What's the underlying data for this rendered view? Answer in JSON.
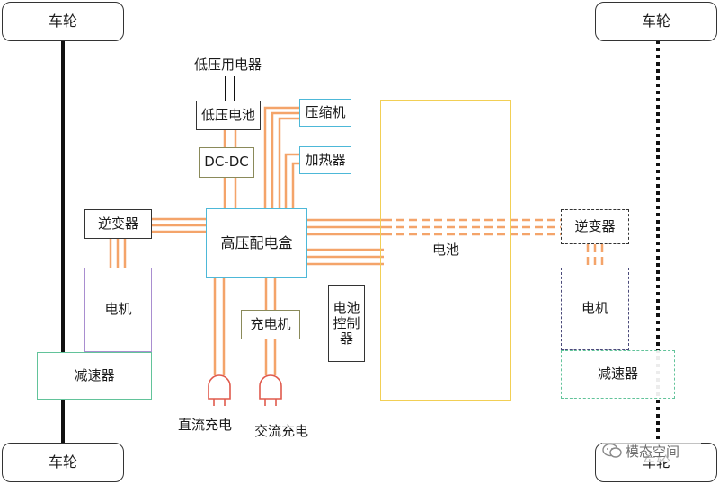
{
  "wheels": {
    "top_left": "车轮",
    "top_right": "车轮",
    "bottom_left": "车轮",
    "bottom_right": "车轮"
  },
  "components": {
    "low_voltage_load": "低压用电器",
    "low_voltage_battery": "低压电池",
    "dcdc": "DC-DC",
    "compressor": "压缩机",
    "heater": "加热器",
    "inverter_left": "逆变器",
    "hv_distribution_box": "高压配电盒",
    "motor_left": "电机",
    "reducer_left": "减速器",
    "charger": "充电机",
    "bms": [
      "电池",
      "控制",
      "器"
    ],
    "battery": "电池",
    "inverter_right": "逆变器",
    "motor_right": "电机",
    "reducer_right": "减速器",
    "dc_charging": "直流充电",
    "ac_charging": "交流充电"
  },
  "watermark": "模态空间",
  "colors": {
    "hv_wire": "#f4a46a",
    "axle": "#111111",
    "box_gray": "#333333",
    "box_olive": "#8a8a5a",
    "box_cyan": "#4db8d8",
    "box_purple": "#a98ed0",
    "box_green": "#62c39a",
    "battery_border": "#f2cf55",
    "dashed_box": "#4a4a7a"
  }
}
